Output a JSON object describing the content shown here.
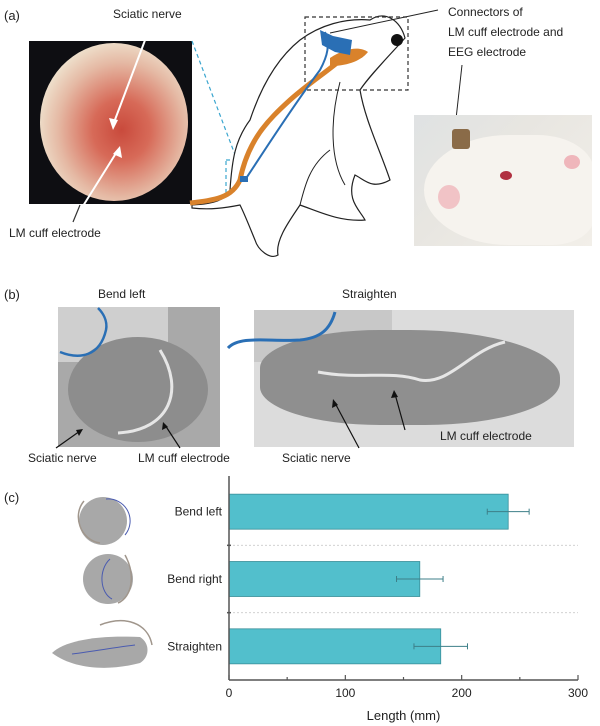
{
  "panel_a": {
    "label": "(a)",
    "annotations": {
      "sciatic_nerve": "Sciatic nerve",
      "lm_cuff": "LM cuff electrode",
      "connectors_line1": "Connectors of",
      "connectors_line2": "LM cuff electrode and",
      "connectors_line3": "EEG electrode"
    }
  },
  "panel_b": {
    "label": "(b)",
    "bend_left": {
      "title": "Bend left",
      "sciatic_nerve": "Sciatic nerve",
      "lm_cuff": "LM cuff electrode"
    },
    "straighten": {
      "title": "Straighten",
      "sciatic_nerve": "Sciatic nerve",
      "lm_cuff": "LM cuff electrode"
    }
  },
  "panel_c": {
    "label": "(c)"
  },
  "colors": {
    "bar_fill": "#52bfcc",
    "bar_edge": "#3a8f99",
    "electrode_blue": "#2a6fb5",
    "nerve_orange": "#d9822b"
  },
  "chart_data": {
    "type": "bar",
    "orientation": "horizontal",
    "categories": [
      "Bend left",
      "Bend right",
      "Straighten"
    ],
    "values": [
      240,
      164,
      182
    ],
    "errors": [
      18,
      20,
      23
    ],
    "title": "",
    "xlabel": "Length (mm)",
    "ylabel": "",
    "xlim": [
      0,
      300
    ],
    "xticks": [
      0,
      100,
      200,
      300
    ],
    "xtick_labels": [
      "0",
      "100",
      "200",
      "300"
    ],
    "grid": "horizontal dashed separators between categories"
  }
}
